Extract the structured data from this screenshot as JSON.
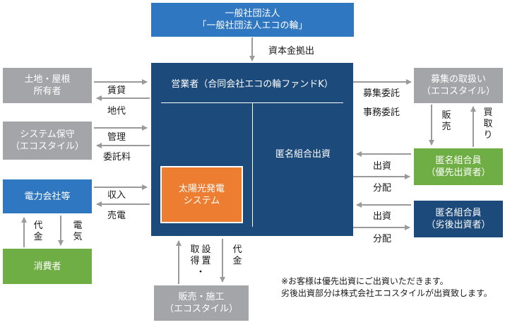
{
  "boxes": {
    "top_org": [
      "一般社団法人",
      "「一般社団法人エコの輪」"
    ],
    "land_owner": [
      "土地・屋根",
      "所有者"
    ],
    "system_maintenance": [
      "システム保守",
      "（エコスタイル）"
    ],
    "power_company": [
      "電力会社等"
    ],
    "consumer": [
      "消費者"
    ],
    "operator_title": "営業者（合同会社エコの輪ファンドK）",
    "anon_investment": "匿名組合出資",
    "solar_system": [
      "太陽光発電",
      "システム"
    ],
    "recruitment": [
      "募集の取扱い",
      "（エコスタイル）"
    ],
    "priority_investor": [
      "匿名組合員",
      "（優先出資者）"
    ],
    "subordinate_investor": [
      "匿名組合員",
      "（劣後出資者）"
    ],
    "sales_construction": [
      "販売・施工",
      "（エコスタイル）"
    ]
  },
  "labels": {
    "capital": "資本金拠出",
    "rent": "賃貸",
    "land_fee": "地代",
    "management": "管理",
    "commission_fee": "委託料",
    "income": "収入",
    "power_sale": "売電",
    "recruit_commission": "募集委託",
    "office_commission": "事務委託",
    "sales_v": "販売",
    "buyback_v": "買取り",
    "investment_1": "出資",
    "distribution_1": "分配",
    "investment_2": "出資",
    "distribution_2": "分配",
    "acquisition_v": [
      "取得",
      "設置",
      "・"
    ],
    "payment_v": "代金",
    "consumer_payment_v": "代金",
    "electricity_v": "電気"
  },
  "note": [
    "※お客様は優先出資にご出資いただきます。",
    "劣後出資部分は株式会社エコスタイルが出資致します。"
  ],
  "colors": {
    "blue": "#2f77c0",
    "navy": "#1c4a7a",
    "grey": "#a3a5a8",
    "green": "#6fae44",
    "orange": "#ed7d31",
    "arrow": "#9a9a9a"
  }
}
